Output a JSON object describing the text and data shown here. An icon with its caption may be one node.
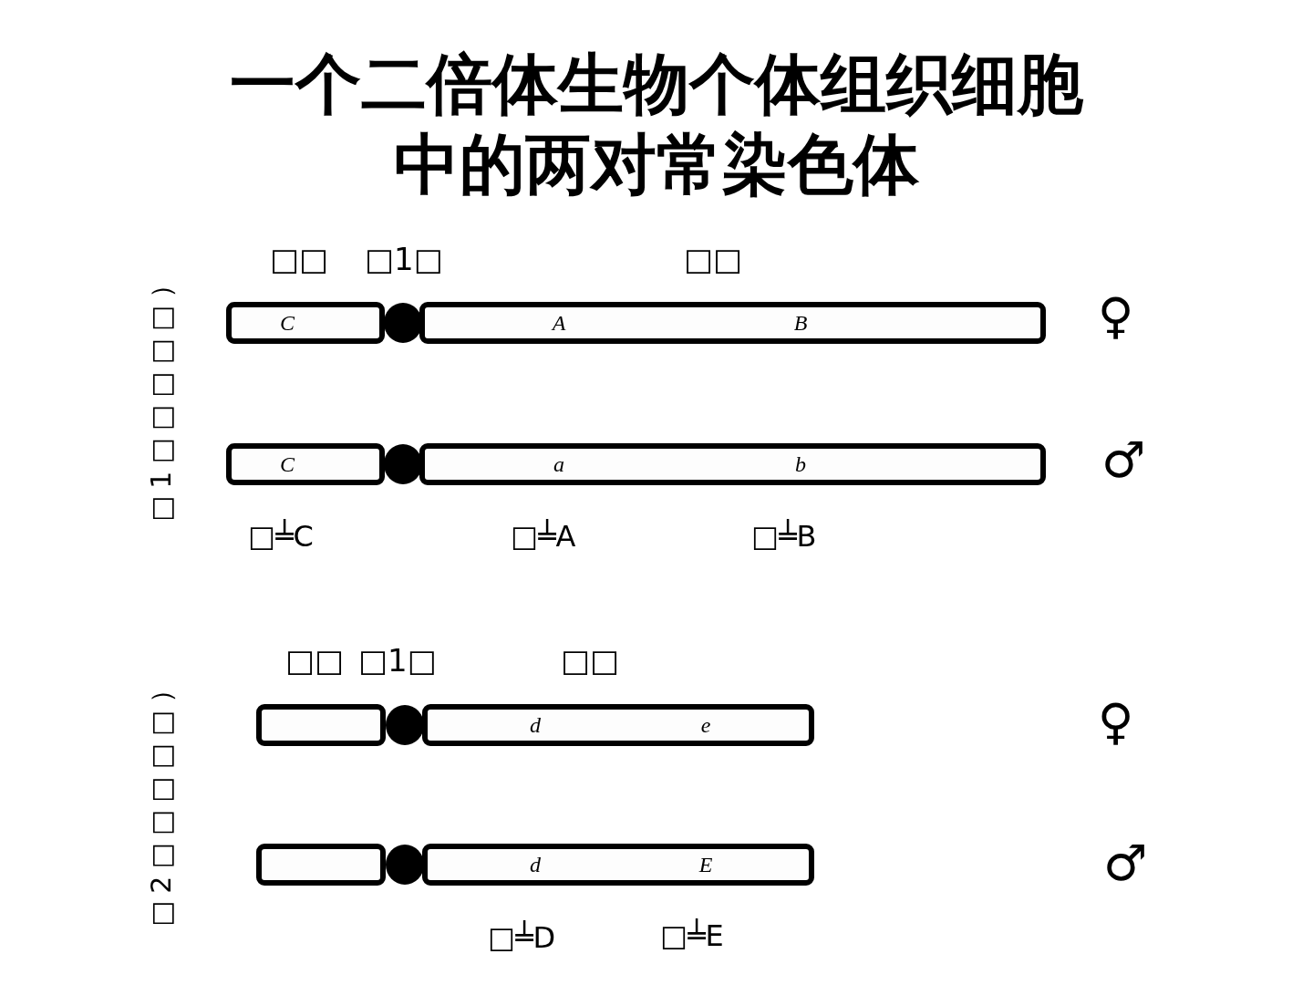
{
  "diagram": {
    "title": "一个二倍体生物个体组织细胞中的两对常染色体",
    "nodes": [
      {
        "text": [
          "C"
        ]
      },
      {
        "text": [],
        "shape": "circle"
      },
      {
        "text": [
          "A",
          "B"
        ]
      },
      {
        "text": [
          "C"
        ]
      },
      {
        "text": [],
        "shape": "circle"
      },
      {
        "text": [
          "a",
          "b"
        ]
      },
      {
        "text": [],
        "shape": "box"
      },
      {
        "text": [],
        "shape": "circle"
      },
      {
        "text": [
          "d",
          "e"
        ]
      },
      {
        "text": [],
        "shape": "box"
      },
      {
        "text": [],
        "shape": "circle"
      },
      {
        "text": [
          "d",
          "E"
        ]
      }
    ],
    "edges": [],
    "labels": [
      "□□",
      "□1□",
      "□□",
      "□1□□□□□）",
      "♀",
      "♂",
      "□╧C",
      "□╧A",
      "□╧B",
      "□□",
      "□1□",
      "□□",
      "□2□□□□□）",
      "♀",
      "♂",
      "□╧D",
      "□╧E"
    ]
  }
}
